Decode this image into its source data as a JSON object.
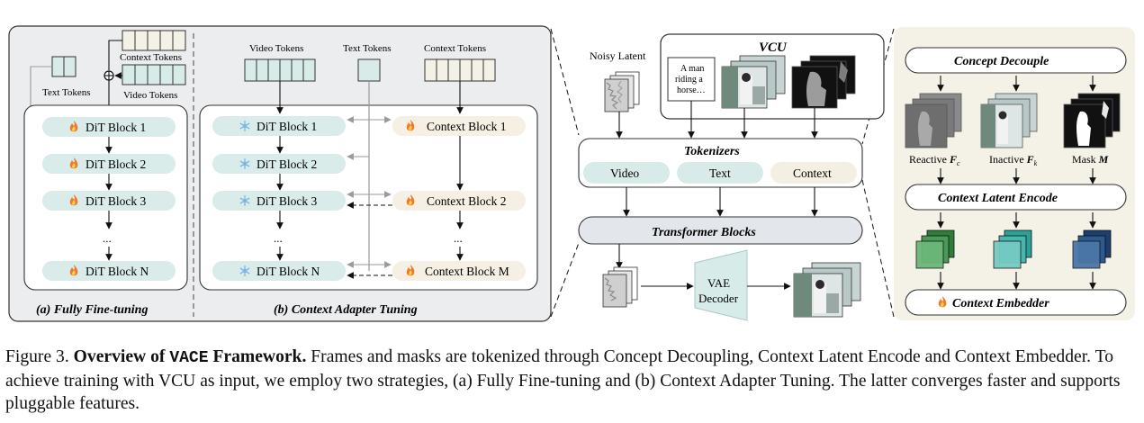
{
  "panel_a": {
    "context_tokens_label": "Context Tokens",
    "video_tokens_label": "Video Tokens",
    "text_tokens_label": "Text Tokens",
    "blocks": [
      "DiT Block 1",
      "DiT Block 2",
      "DiT Block 3",
      "DiT Block N"
    ],
    "ellipsis": "...",
    "caption": "(a) Fully Fine-tuning"
  },
  "panel_b": {
    "video_tokens_label": "Video Tokens",
    "text_tokens_label": "Text Tokens",
    "context_tokens_label": "Context Tokens",
    "dit_blocks": [
      "DiT Block 1",
      "DiT Block 2",
      "DiT Block 3",
      "DiT Block N"
    ],
    "context_blocks": [
      "Context Block 1",
      "Context Block 2",
      "Context Block M"
    ],
    "ellipsis": "...",
    "caption": "(b) Context Adapter Tuning"
  },
  "center": {
    "noisy_latent_label": "Noisy Latent",
    "vcu_title": "VCU",
    "text_prompt": [
      "A man",
      "riding a",
      "horse…"
    ],
    "tokenizers_title": "Tokenizers",
    "tokenizer_items": [
      "Video",
      "Text",
      "Context"
    ],
    "transformer_title": "Transformer Blocks",
    "vae_label": [
      "VAE",
      "Decoder"
    ]
  },
  "right_panel": {
    "concept_decouple": "Concept Decouple",
    "reactive_label": "Reactive",
    "reactive_sym": "F",
    "reactive_sub": "c",
    "inactive_label": "Inactive",
    "inactive_sym": "F",
    "inactive_sub": "k",
    "mask_label": "Mask",
    "mask_sym": "M",
    "latent_encode": "Context Latent Encode",
    "embedder": "Context Embedder"
  },
  "caption": {
    "figure_num": "Figure 3.",
    "title_pre": "Overview of",
    "title_mono": "VACE",
    "title_post": "Framework.",
    "body": "Frames and masks are tokenized through Concept Decoupling, Context Latent Encode and Context Embedder. To achieve training with VCU as input, we employ two strategies, (a) Fully Fine-tuning and (b) Context Adapter Tuning. The latter converges faster and supports pluggable features."
  },
  "colors": {
    "left_bg": "#ecedef",
    "right_bg": "#f4f1e6",
    "dit_fill": "#d9ecea",
    "context_fill": "#f5f0e3",
    "tok_video": "#d7ebe9",
    "tok_text": "#d9ebe8",
    "tok_context": "#f3efe2",
    "transformer_fill": "#e3e6ea",
    "flame": "#f07a2a",
    "snowflake": "#7fb6e6",
    "green_cube": "#2f7d3b",
    "teal_cube": "#2ba19b",
    "navy_cube": "#1c3f6e"
  }
}
